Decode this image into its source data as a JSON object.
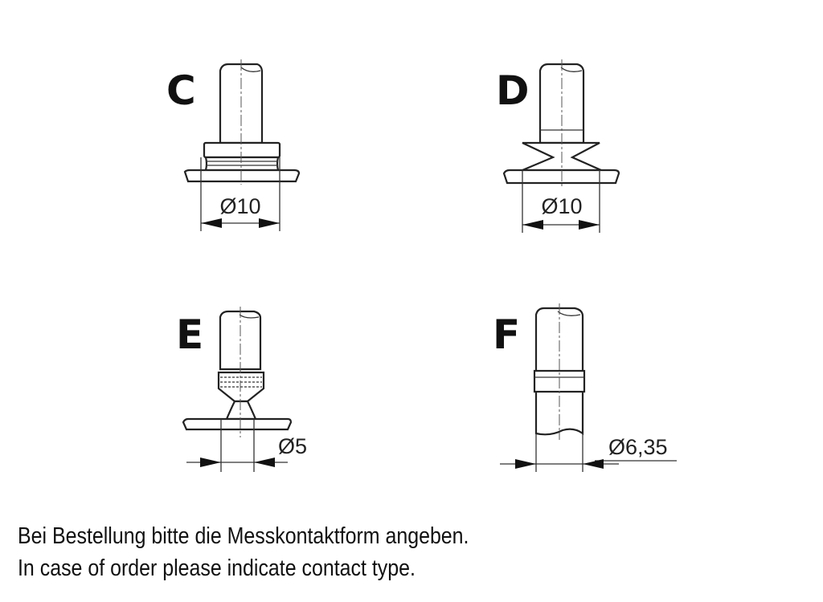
{
  "contacts": [
    {
      "label": "C",
      "dimension": "Ø10"
    },
    {
      "label": "D",
      "dimension": "Ø10"
    },
    {
      "label": "E",
      "dimension": "Ø5"
    },
    {
      "label": "F",
      "dimension": "Ø6,35"
    }
  ],
  "caption": {
    "german": "Bei Bestellung bitte die Messkontaktform angeben.",
    "english": "In case of order please indicate contact type."
  }
}
